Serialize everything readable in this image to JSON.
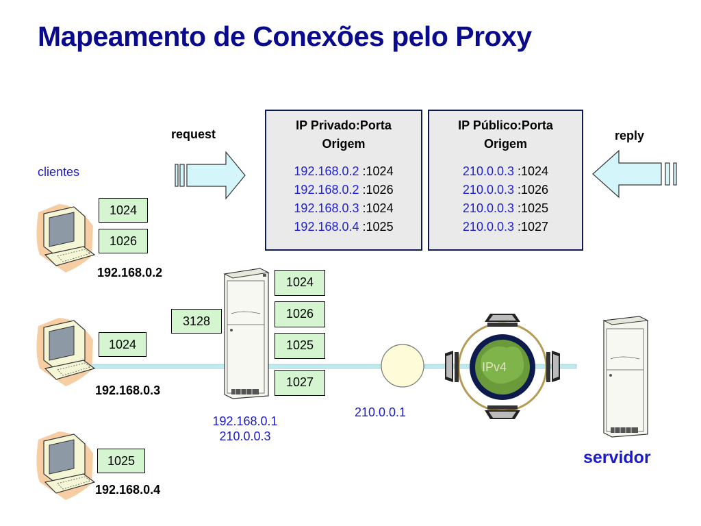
{
  "title": "Mapeamento de Conexões pelo Proxy",
  "labels": {
    "request": "request",
    "reply": "reply",
    "clientes": "clientes",
    "servidor": "servidor",
    "ipv4": "IPv4",
    "router_ip": "210.0.0.1",
    "proxy_ip_private": "192.168.0.1",
    "proxy_ip_public": "210.0.0.3"
  },
  "private_table": {
    "header_line1": "IP Privado:Porta",
    "header_line2": "Origem",
    "rows": [
      {
        "ip": "192.168.0.2",
        "port": ":1024"
      },
      {
        "ip": "192.168.0.2",
        "port": ":1026"
      },
      {
        "ip": "192.168.0.3",
        "port": ":1024"
      },
      {
        "ip": "192.168.0.4",
        "port": ":1025"
      }
    ]
  },
  "public_table": {
    "header_line1": "IP Público:Porta",
    "header_line2": "Origem",
    "rows": [
      {
        "ip": "210.0.0.3",
        "port": ":1024"
      },
      {
        "ip": "210.0.0.3",
        "port": ":1026"
      },
      {
        "ip": "210.0.0.3",
        "port": ":1025"
      },
      {
        "ip": "210.0.0.3",
        "port": ":1027"
      }
    ]
  },
  "clients": [
    {
      "ip": "192.168.0.2",
      "ports": [
        "1024",
        "1026"
      ]
    },
    {
      "ip": "192.168.0.3",
      "ports": [
        "1024"
      ]
    },
    {
      "ip": "192.168.0.4",
      "ports": [
        "1025"
      ]
    }
  ],
  "proxy": {
    "listen_port": "3128",
    "ports": [
      "1024",
      "1026",
      "1025",
      "1027"
    ]
  },
  "colors": {
    "title": "#0a0a8c",
    "ip_text": "#1e1ed6",
    "port_box": "#d5f5d0",
    "arrow": "#d4f6fa",
    "network_line": "#bdebee"
  }
}
